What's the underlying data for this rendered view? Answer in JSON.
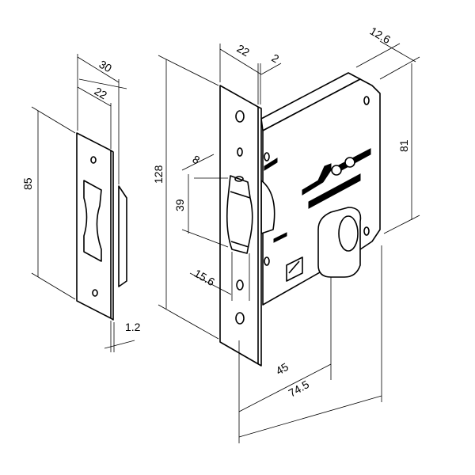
{
  "title": "Mortise lock with strike plate – dimensional drawing",
  "strike_plate": {
    "outer_width": "30",
    "inner_width": "22",
    "height": "85",
    "thickness": "1.2"
  },
  "lock": {
    "faceplate_height": "128",
    "faceplate_width": "22",
    "faceplate_thickness": "2",
    "body_thickness": "12.6",
    "body_height": "81",
    "latch_offset": "8",
    "latch_height": "39",
    "latch_depth": "15.6",
    "backset": "45",
    "body_depth": "74.5"
  }
}
